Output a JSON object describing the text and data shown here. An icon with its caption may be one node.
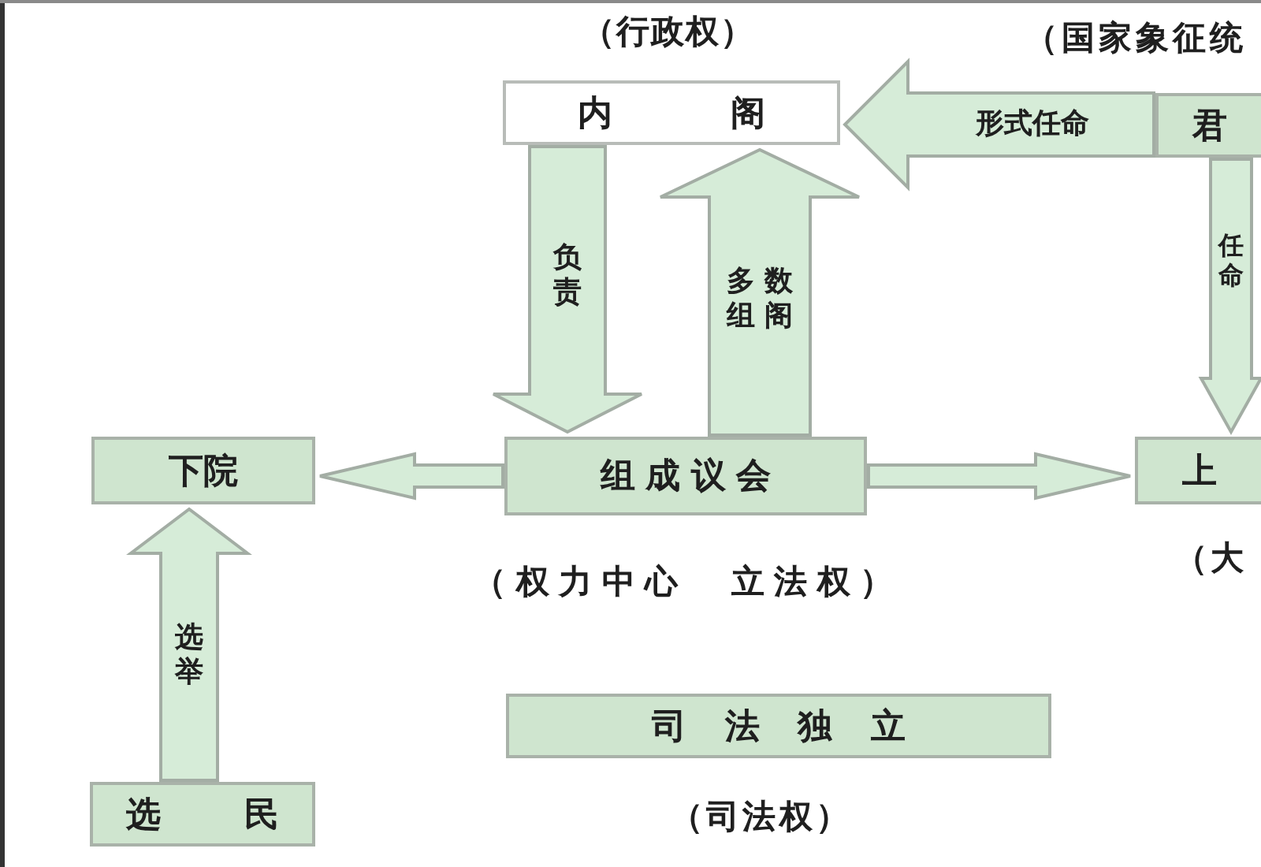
{
  "diagram": {
    "nodes": [
      {
        "text": [
          "内阁"
        ],
        "beside": [
          "（行政权）"
        ]
      },
      {
        "text": [
          "君"
        ],
        "beside": [
          "（国家象征统"
        ]
      },
      {
        "text": [
          "下院"
        ]
      },
      {
        "text": [
          "组成议会"
        ],
        "beside": [
          "（权力中心　立法权）"
        ]
      },
      {
        "text": [
          "上"
        ],
        "beside": [
          "（大"
        ]
      },
      {
        "text": [
          "司法独立"
        ],
        "beside": [
          "（司法权）"
        ]
      },
      {
        "text": [
          "选民"
        ]
      }
    ],
    "edges": [
      {
        "from": 1,
        "to": 0,
        "arrow": "to",
        "label": "形式任命"
      },
      {
        "from": 0,
        "to": 3,
        "arrow": "to",
        "label": "负责"
      },
      {
        "from": 3,
        "to": 0,
        "arrow": "to",
        "label": "多数组阁"
      },
      {
        "from": 3,
        "to": 2,
        "arrow": "to"
      },
      {
        "from": 3,
        "to": 4,
        "arrow": "to"
      },
      {
        "from": 6,
        "to": 2,
        "arrow": "to",
        "label": "选举"
      },
      {
        "from": 1,
        "to": 4,
        "arrow": "to",
        "label": "任命"
      }
    ]
  }
}
